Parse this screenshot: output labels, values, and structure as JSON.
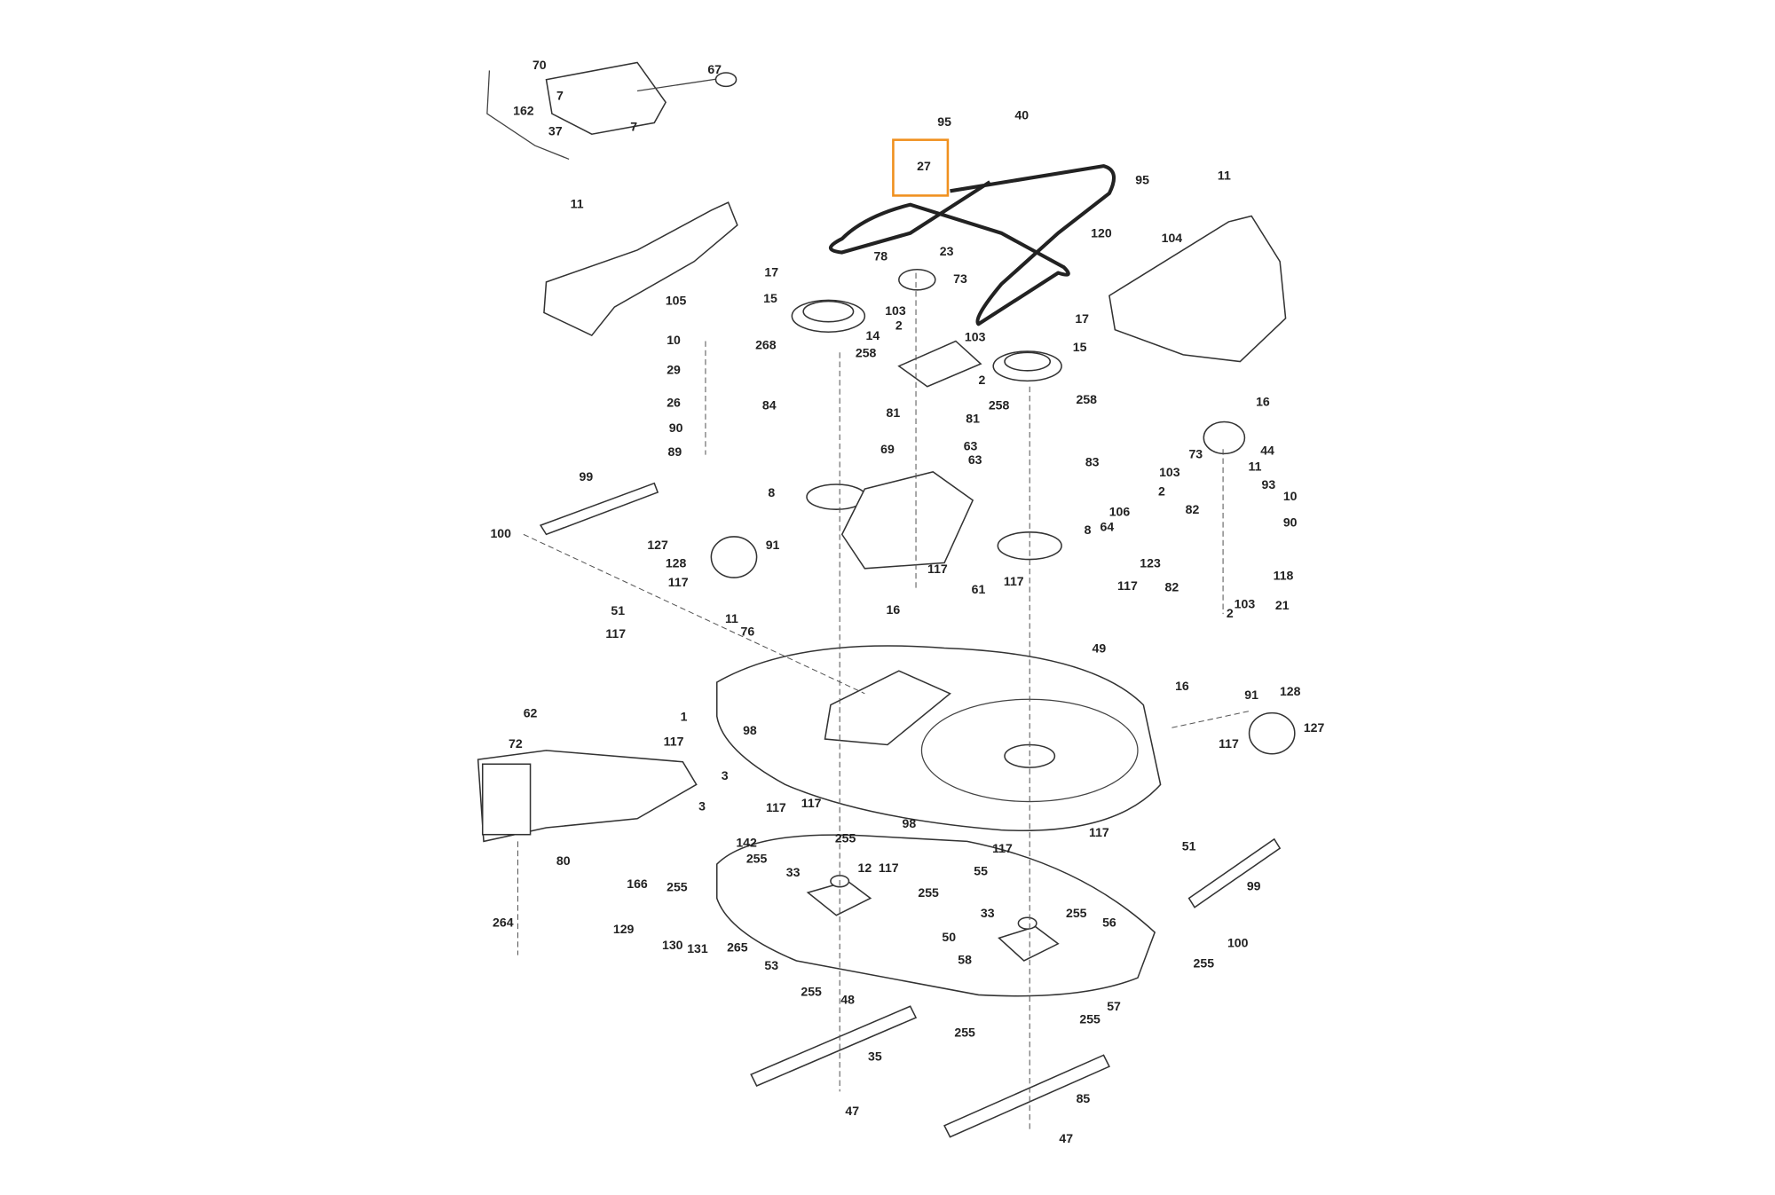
{
  "diagram": {
    "type": "exploded-parts-diagram",
    "highlight": {
      "label": "27",
      "color": "#f0901e"
    },
    "labels": [
      "70",
      "67",
      "7",
      "162",
      "37",
      "7",
      "95",
      "40",
      "27",
      "95",
      "11",
      "120",
      "104",
      "11",
      "105",
      "23",
      "78",
      "73",
      "17",
      "15",
      "103",
      "2",
      "103",
      "14",
      "17",
      "15",
      "2",
      "10",
      "29",
      "268",
      "258",
      "26",
      "84",
      "81",
      "81",
      "258",
      "258",
      "16",
      "90",
      "63",
      "63",
      "89",
      "69",
      "83",
      "44",
      "103",
      "73",
      "11",
      "99",
      "93",
      "8",
      "2",
      "10",
      "106",
      "82",
      "64",
      "90",
      "100",
      "127",
      "91",
      "128",
      "8",
      "123",
      "118",
      "117",
      "117",
      "117",
      "61",
      "117",
      "82",
      "2",
      "103",
      "21",
      "11",
      "51",
      "16",
      "76",
      "117",
      "49",
      "16",
      "91",
      "128",
      "127",
      "62",
      "1",
      "98",
      "117",
      "117",
      "72",
      "3",
      "3",
      "117",
      "117",
      "117",
      "51",
      "98",
      "255",
      "142",
      "117",
      "255",
      "12",
      "117",
      "55",
      "33",
      "80",
      "166",
      "99",
      "255",
      "255",
      "33",
      "255",
      "56",
      "129",
      "264",
      "50",
      "130",
      "131",
      "265",
      "100",
      "53",
      "58",
      "255",
      "255",
      "48",
      "57",
      "255",
      "255",
      "35",
      "85",
      "47",
      "47"
    ]
  }
}
